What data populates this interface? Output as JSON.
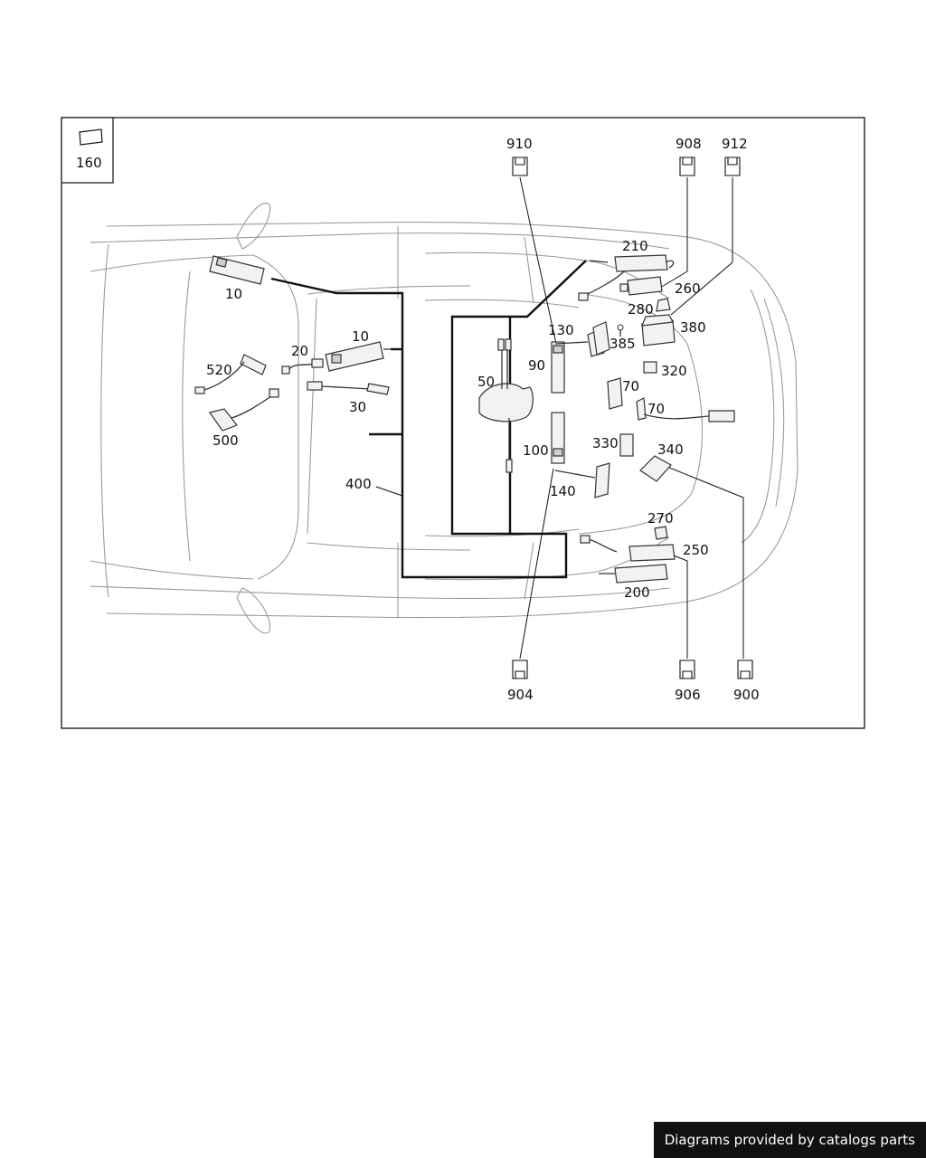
{
  "legend": {
    "code": "160"
  },
  "labels": {
    "l10a": "10",
    "l10b": "10",
    "l20": "20",
    "l30": "30",
    "l50": "50",
    "l70a": "70",
    "l70b": "70",
    "l90": "90",
    "l100": "100",
    "l130": "130",
    "l140": "140",
    "l200": "200",
    "l210": "210",
    "l250": "250",
    "l260": "260",
    "l270": "270",
    "l280": "280",
    "l320": "320",
    "l330": "330",
    "l340": "340",
    "l380": "380",
    "l385": "385",
    "l400": "400",
    "l500": "500",
    "l520": "520"
  },
  "connectors": {
    "c900": "900",
    "c904": "904",
    "c906": "906",
    "c908": "908",
    "c910": "910",
    "c912": "912"
  },
  "footer": {
    "text": "Diagrams provided by catalogs parts"
  }
}
